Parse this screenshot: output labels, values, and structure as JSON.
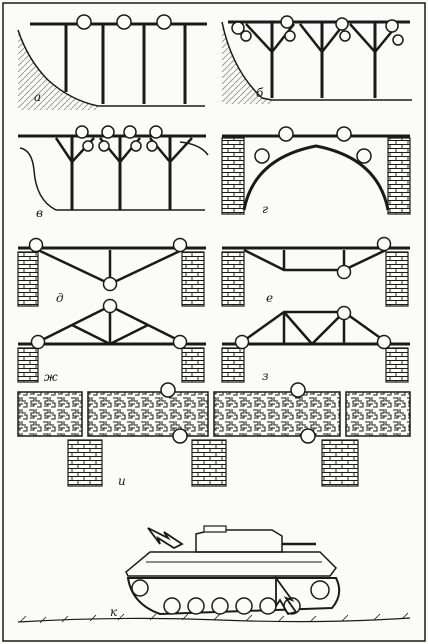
{
  "figure": {
    "ink_color": "#1a1a1a",
    "paper_color": "#fbfbf9",
    "panels": [
      {
        "id": "a",
        "label": "а",
        "subject": "bridge-on-posts-against-slope"
      },
      {
        "id": "b",
        "label": "б",
        "subject": "strutted-frame-bridge"
      },
      {
        "id": "v",
        "label": "в",
        "subject": "double-strutted-frame-bridge"
      },
      {
        "id": "g",
        "label": "г",
        "subject": "arch-bridge-on-masonry-piers"
      },
      {
        "id": "d",
        "label": "д",
        "subject": "under-trussed-beam"
      },
      {
        "id": "e",
        "label": "е",
        "subject": "under-trussed-beam-with-post"
      },
      {
        "id": "zh",
        "label": "ж",
        "subject": "king-post-truss"
      },
      {
        "id": "z",
        "label": "з",
        "subject": "queen-post-truss"
      },
      {
        "id": "i",
        "label": "и",
        "subject": "continuous-beam-on-piers"
      },
      {
        "id": "k",
        "label": "к",
        "subject": "tank-hull"
      }
    ]
  }
}
